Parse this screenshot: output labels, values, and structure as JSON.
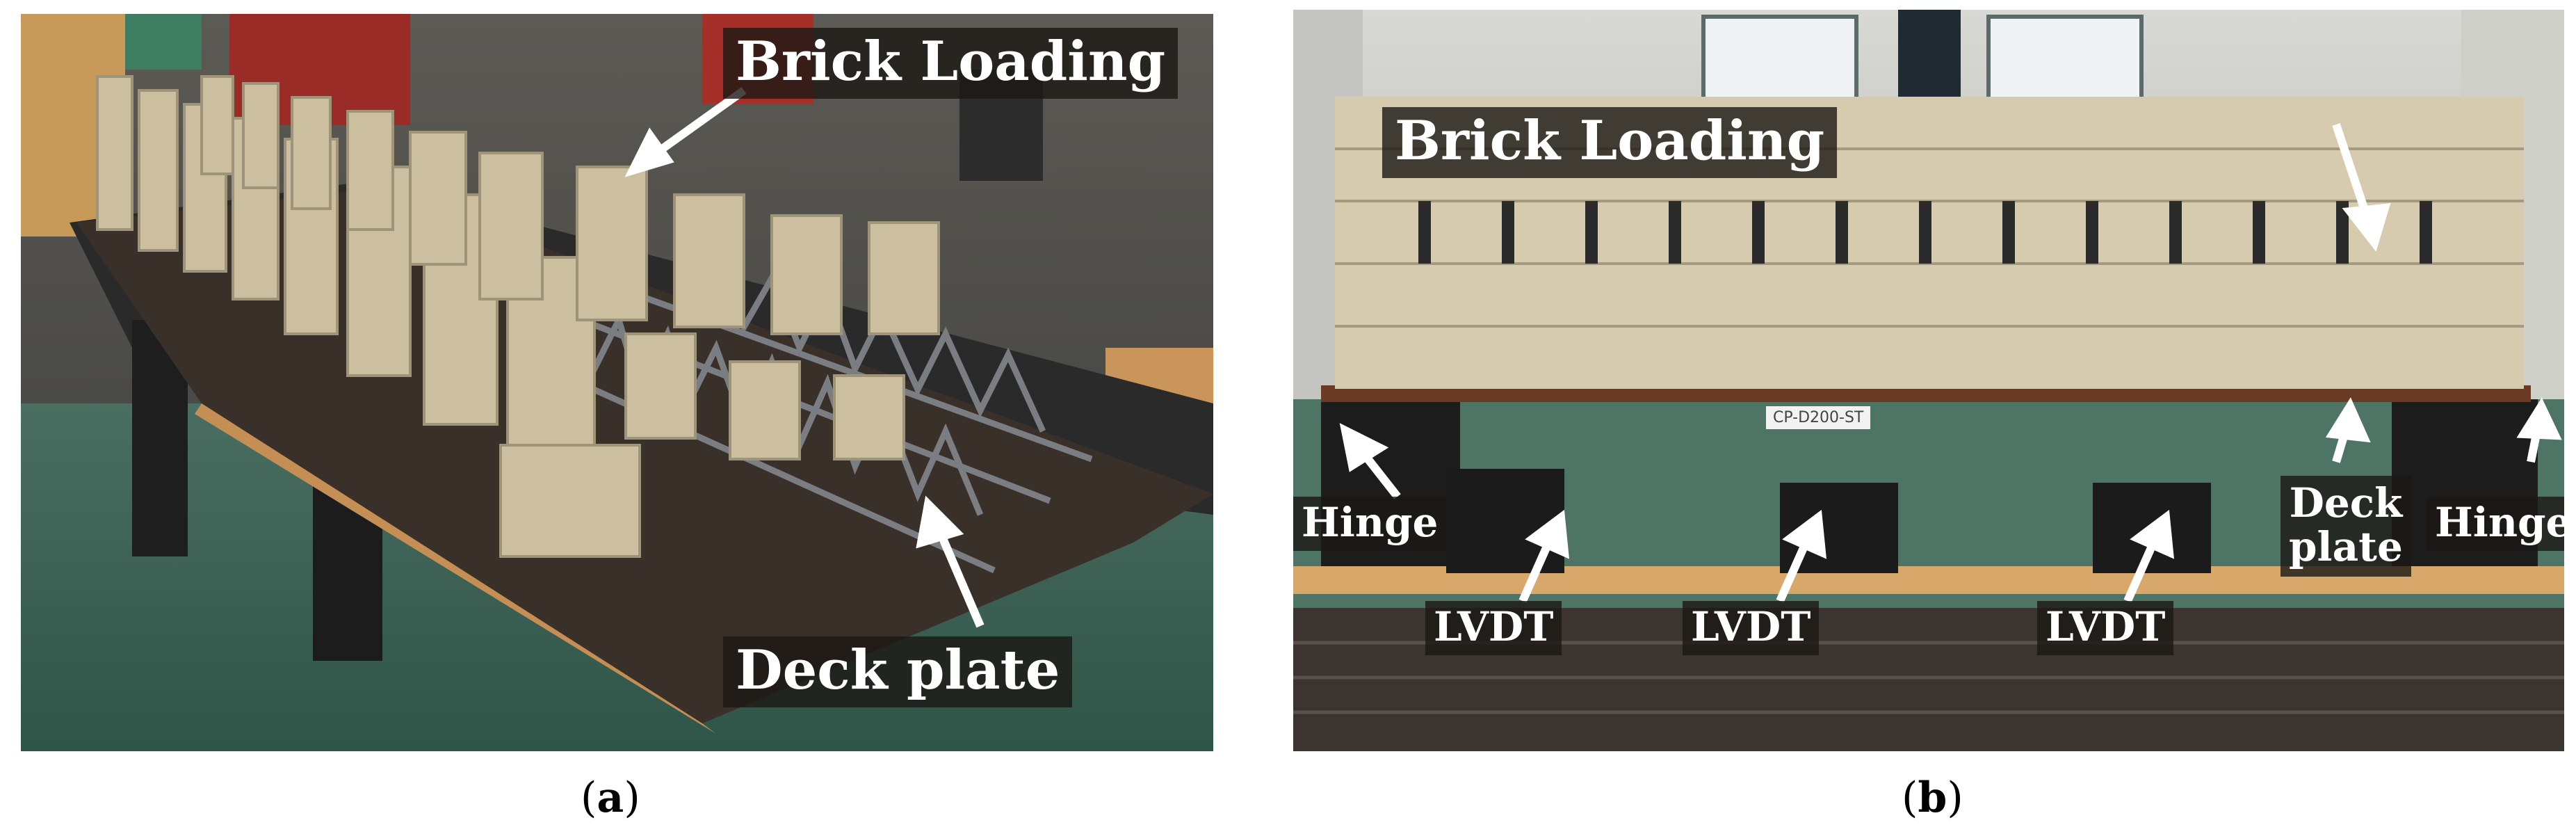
{
  "panel_a": {
    "labels": {
      "brick": "Brick Loading",
      "deck": "Deck plate"
    },
    "caption_letter": "a"
  },
  "panel_b": {
    "labels": {
      "brick": "Brick Loading",
      "hinge_left": "Hinge",
      "lvdt_1": "LVDT",
      "lvdt_2": "LVDT",
      "lvdt_3": "LVDT",
      "deck_line1": "Deck",
      "deck_line2": "plate",
      "hinge_right": "Hinge",
      "specimen_tag": "CP-D200-ST"
    },
    "caption_letter": "b"
  },
  "colors": {
    "label_bg": "#1c1814",
    "label_text": "#ffffff",
    "arrow": "#ffffff",
    "floor_green": "#3c6b5a",
    "brick": "#c9bea0",
    "timber": "#d9a867"
  }
}
